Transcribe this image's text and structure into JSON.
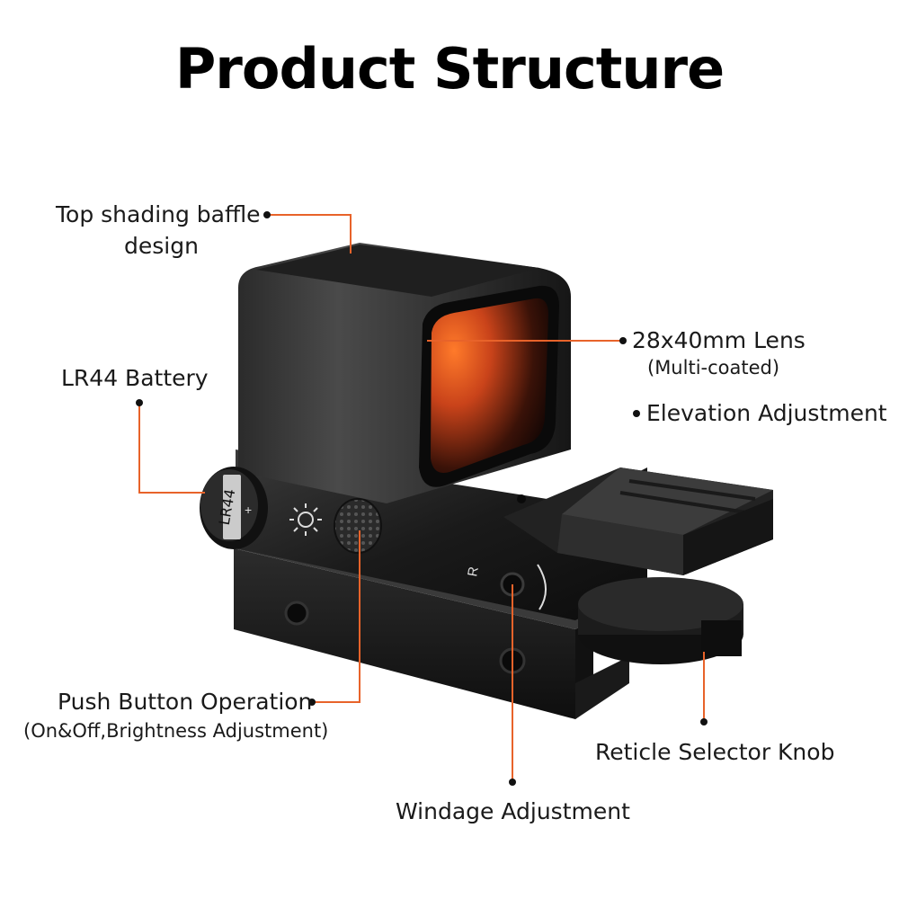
{
  "title": "Product Structure",
  "labels": {
    "baffle_line1": "Top shading baffle",
    "baffle_line2": "design",
    "battery": "LR44 Battery",
    "lens": "28x40mm Lens",
    "lens_sub": "(Multi-coated)",
    "elevation": "Elevation Adjustment",
    "push_button": "Push Button Operation",
    "push_button_sub": "(On&Off,Brightness Adjustment)",
    "reticle": "Reticle Selector Knob",
    "windage": "Windage Adjustment"
  },
  "product_markings": {
    "battery_cap": "LR44",
    "plus": "+",
    "windage_r": "R"
  },
  "colors": {
    "leader_line": "#e8632a",
    "dot": "#111111",
    "body": "#1c1c1c",
    "lens_glow": "#e85a1c"
  }
}
